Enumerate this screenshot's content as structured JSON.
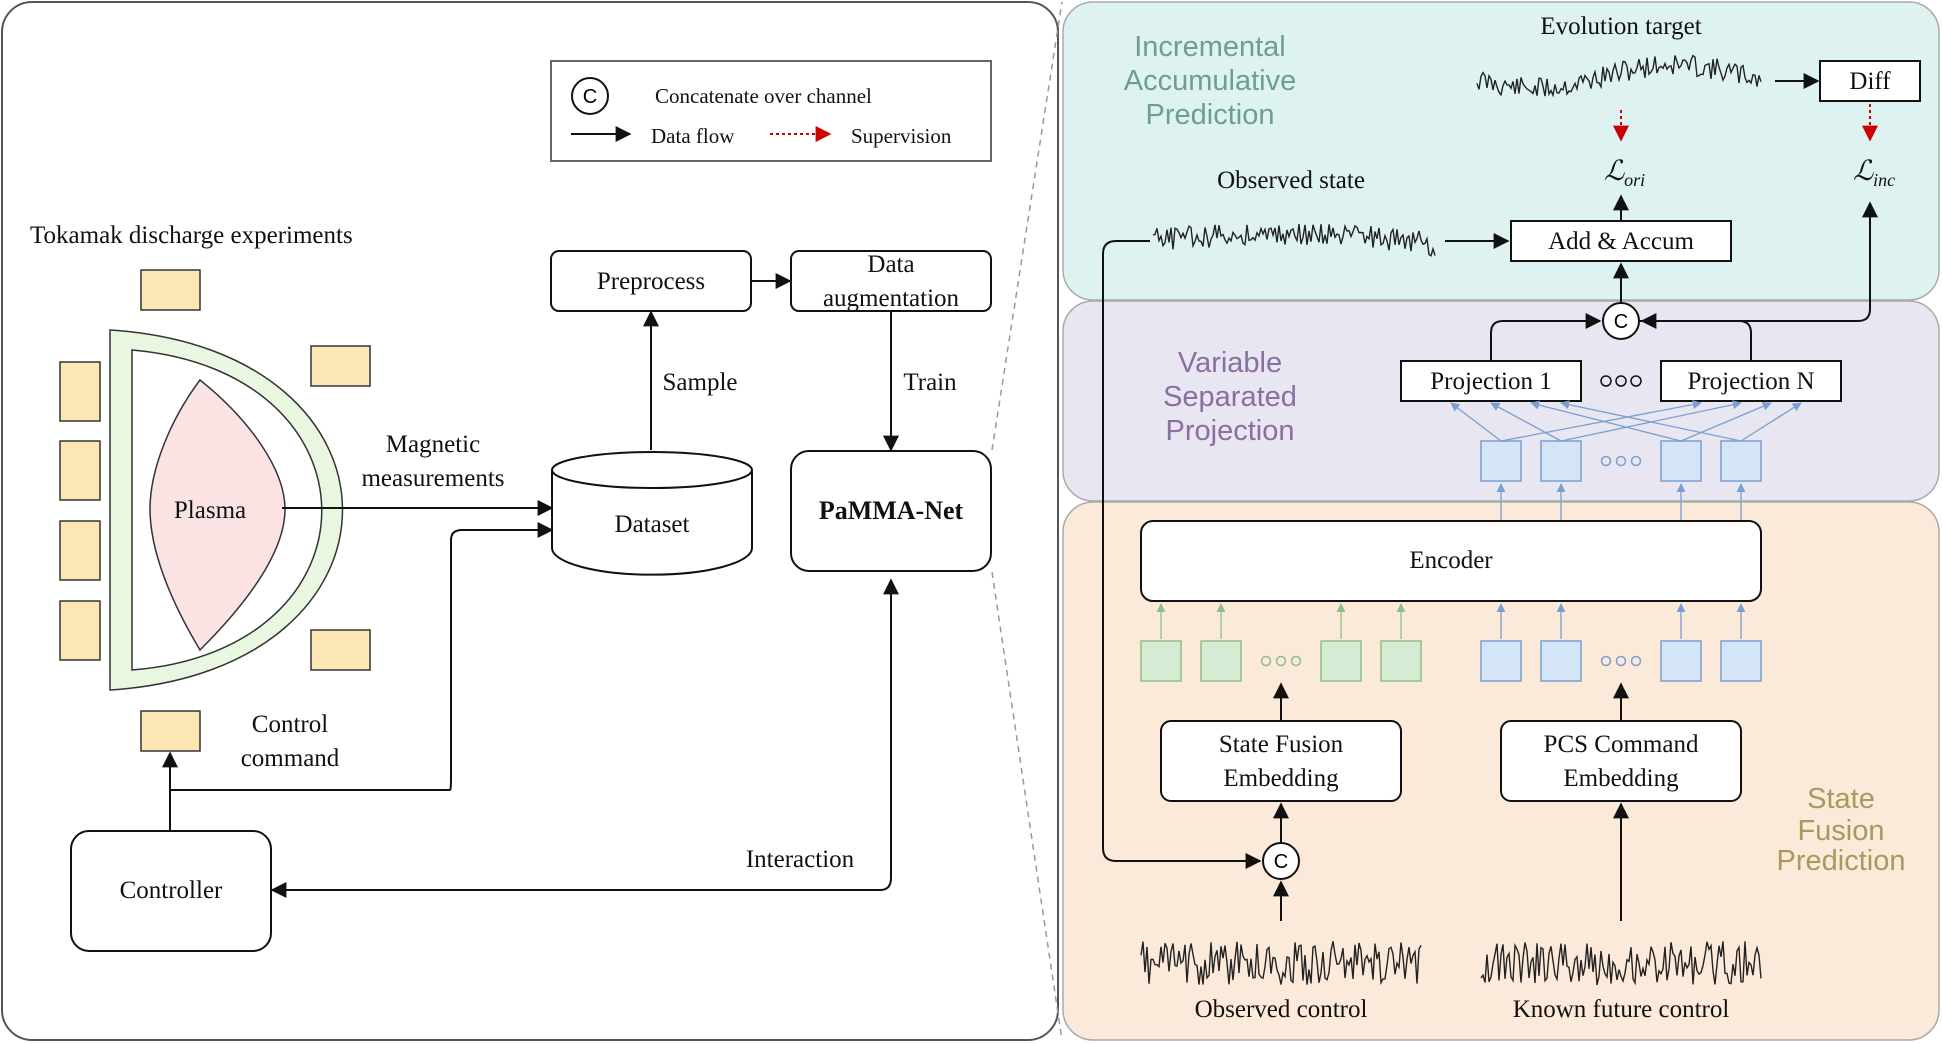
{
  "legend": {
    "concat_symbol": "C",
    "concat_label": "Concatenate over channel",
    "dataflow_label": "Data flow",
    "supervision_label": "Supervision"
  },
  "left": {
    "experiments_title": "Tokamak discharge experiments",
    "plasma_label": "Plasma",
    "magnetic_label_line1": "Magnetic",
    "magnetic_label_line2": "measurements",
    "control_label_line1": "Control",
    "control_label_line2": "command",
    "preprocess_label": "Preprocess",
    "augmentation_line1": "Data",
    "augmentation_line2": "augmentation",
    "sample_label": "Sample",
    "train_label": "Train",
    "dataset_label": "Dataset",
    "model_label": "PaMMA-Net",
    "controller_label": "Controller",
    "interaction_label": "Interaction"
  },
  "right": {
    "section_top_title": [
      "Incremental",
      "Accumulative",
      "Prediction"
    ],
    "section_mid_title": [
      "Variable",
      "Separated",
      "Projection"
    ],
    "section_bottom_title": [
      "State",
      "Fusion",
      "Prediction"
    ],
    "evolution_target_label": "Evolution target",
    "observed_state_label": "Observed state",
    "diff_label": "Diff",
    "add_accum_label": "Add & Accum",
    "loss_ori_main": "ℒ",
    "loss_ori_sub": "ori",
    "loss_inc_main": "ℒ",
    "loss_inc_sub": "inc",
    "projection_1_label": "Projection 1",
    "projection_n_label": "Projection N",
    "encoder_label": "Encoder",
    "state_fusion_line1": "State Fusion",
    "state_fusion_line2": "Embedding",
    "pcs_command_line1": "PCS Command",
    "pcs_command_line2": "Embedding",
    "observed_control_label": "Observed control",
    "known_future_control_label": "Known future control"
  },
  "colors": {
    "top_panel_fill": "#dff2f2",
    "mid_panel_fill": "#e8e6f1",
    "bottom_panel_fill": "#fbe9d9",
    "top_title_color": "#6e9e8e",
    "mid_title_color": "#8a6fa0",
    "bottom_title_color": "#a89a5e",
    "coil_fill": "#fbe6b4",
    "plasma_fill": "#fbe3e3",
    "vessel_fill": "#eaf7e0",
    "token_blue_fill": "#d5e5f8",
    "token_blue_stroke": "#7a9fd0",
    "token_green_fill": "#d6ebd4",
    "token_green_stroke": "#8fbf88",
    "supervision_red": "#cc0000"
  }
}
